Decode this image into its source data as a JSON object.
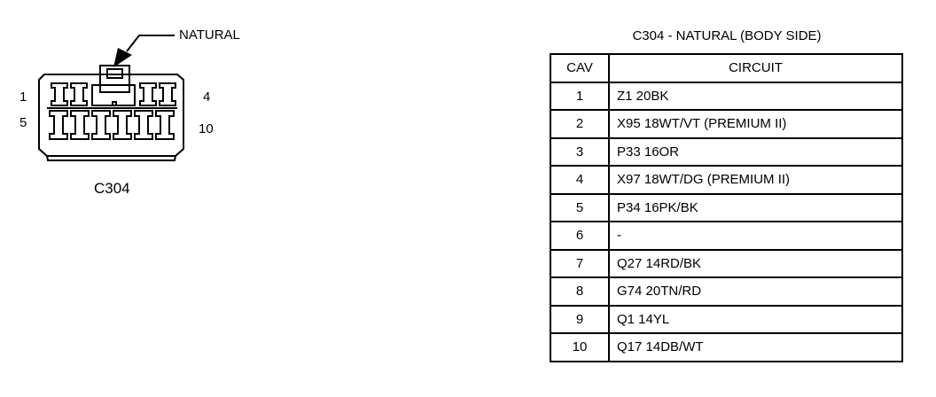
{
  "connector": {
    "name": "C304",
    "color_callout": "NATURAL",
    "pin_labels": {
      "top_left": "1",
      "top_right": "4",
      "bottom_left": "5",
      "bottom_right": "10"
    }
  },
  "table": {
    "title": "C304 - NATURAL (BODY SIDE)",
    "headers": {
      "cav": "CAV",
      "circuit": "CIRCUIT"
    },
    "rows": [
      {
        "cav": "1",
        "circuit": "Z1  20BK"
      },
      {
        "cav": "2",
        "circuit": "X95  18WT/VT  (PREMIUM II)"
      },
      {
        "cav": "3",
        "circuit": "P33  16OR"
      },
      {
        "cav": "4",
        "circuit": "X97  18WT/DG  (PREMIUM II)"
      },
      {
        "cav": "5",
        "circuit": "P34  16PK/BK"
      },
      {
        "cav": "6",
        "circuit": "-"
      },
      {
        "cav": "7",
        "circuit": "Q27  14RD/BK"
      },
      {
        "cav": "8",
        "circuit": "G74  20TN/RD"
      },
      {
        "cav": "9",
        "circuit": "Q1  14YL"
      },
      {
        "cav": "10",
        "circuit": "Q17  14DB/WT"
      }
    ]
  }
}
